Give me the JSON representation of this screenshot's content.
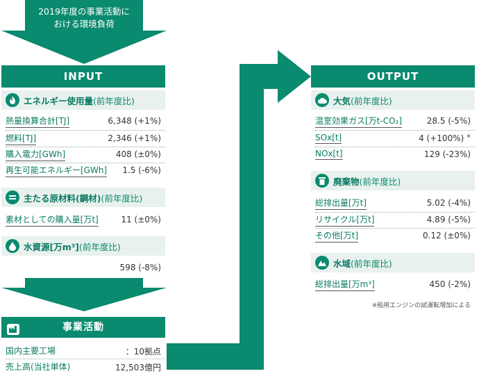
{
  "top_box": {
    "line1": "2019年度の事業活動に",
    "line2": "おける環境負荷"
  },
  "input": {
    "header": "INPUT",
    "energy": {
      "title": "エネルギー使用量",
      "note": "(前年度比)",
      "rows": [
        {
          "label": "熱量換算合計[TJ]",
          "value": "6,348 (+1%)"
        },
        {
          "label": "燃料[TJ]",
          "value": "2,346 (+1%)"
        },
        {
          "label": "購入電力[GWh]",
          "value": "408 (±0%)"
        },
        {
          "label": "再生可能エネルギー[GWh]",
          "value": "1.5 (-6%)"
        }
      ]
    },
    "materials": {
      "title": "主たる原材料(鋼材)",
      "note": "(前年度比)",
      "rows": [
        {
          "label": "素材としての購入量[万t]",
          "value": "11 (±0%)"
        }
      ]
    },
    "water": {
      "title": "水資源[万m³]",
      "note": "(前年度比)",
      "value": "598 (-8%)"
    }
  },
  "business": {
    "header": "事業活動",
    "rows": [
      {
        "label": "国内主要工場",
        "value": "：10拠点"
      },
      {
        "label": "売上高(当社単体)",
        "value": "12,503億円"
      }
    ]
  },
  "output": {
    "header": "OUTPUT",
    "air": {
      "title": "大気",
      "note": "(前年度比)",
      "rows": [
        {
          "label": "温室効果ガス[万t-CO₂]",
          "value": "28.5 (-5%)"
        },
        {
          "label": "SOx[t]",
          "value": "4 (+100%)",
          "mark": "※"
        },
        {
          "label": "NOx[t]",
          "value": "129 (-23%)"
        }
      ]
    },
    "waste": {
      "title": "廃棄物",
      "note": "(前年度比)",
      "rows": [
        {
          "label": "総排出量[万t]",
          "value": "5.02 (-4%)"
        },
        {
          "label": "リサイクル[万t]",
          "value": "4.89 (-5%)"
        },
        {
          "label": "その他[万t]",
          "value": "0.12 (±0%)"
        }
      ]
    },
    "waterbody": {
      "title": "水域",
      "note": "(前年度比)",
      "rows": [
        {
          "label": "総排出量[万m³]",
          "value": "450 (-2%)"
        }
      ]
    },
    "footnote": "※船用エンジンの試運転増加による"
  }
}
